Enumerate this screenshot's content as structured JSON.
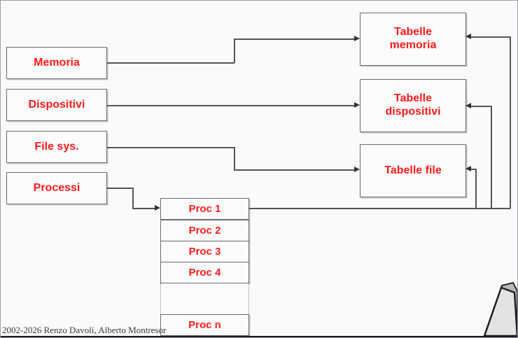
{
  "slide": {
    "background": "#fafafa",
    "accent_text_color": "#ff1a1a",
    "box_border_color": "#6b6b6b",
    "connector_color": "#555555"
  },
  "subsystems": [
    {
      "id": "memoria",
      "label": "Memoria"
    },
    {
      "id": "dispositivi",
      "label": "Dispositivi"
    },
    {
      "id": "filesys",
      "label": "File sys."
    },
    {
      "id": "processi",
      "label": "Processi"
    }
  ],
  "tables": [
    {
      "id": "tabelle-memoria",
      "line1": "Tabelle",
      "line2": "memoria"
    },
    {
      "id": "tabelle-dispositivi",
      "line1": "Tabelle",
      "line2": "dispositivi"
    },
    {
      "id": "tabelle-file",
      "line1": "Tabelle file",
      "line2": ""
    }
  ],
  "process_list": {
    "items": [
      {
        "id": "proc-1",
        "label": "Proc 1"
      },
      {
        "id": "proc-2",
        "label": "Proc 2"
      },
      {
        "id": "proc-3",
        "label": "Proc 3"
      },
      {
        "id": "proc-4",
        "label": "Proc 4"
      }
    ],
    "ellipsis": "",
    "last": {
      "id": "proc-n",
      "label": "Proc n"
    }
  },
  "footer": {
    "copyright": "2002-2026 Renzo Davoli, Alberto Montresor"
  }
}
